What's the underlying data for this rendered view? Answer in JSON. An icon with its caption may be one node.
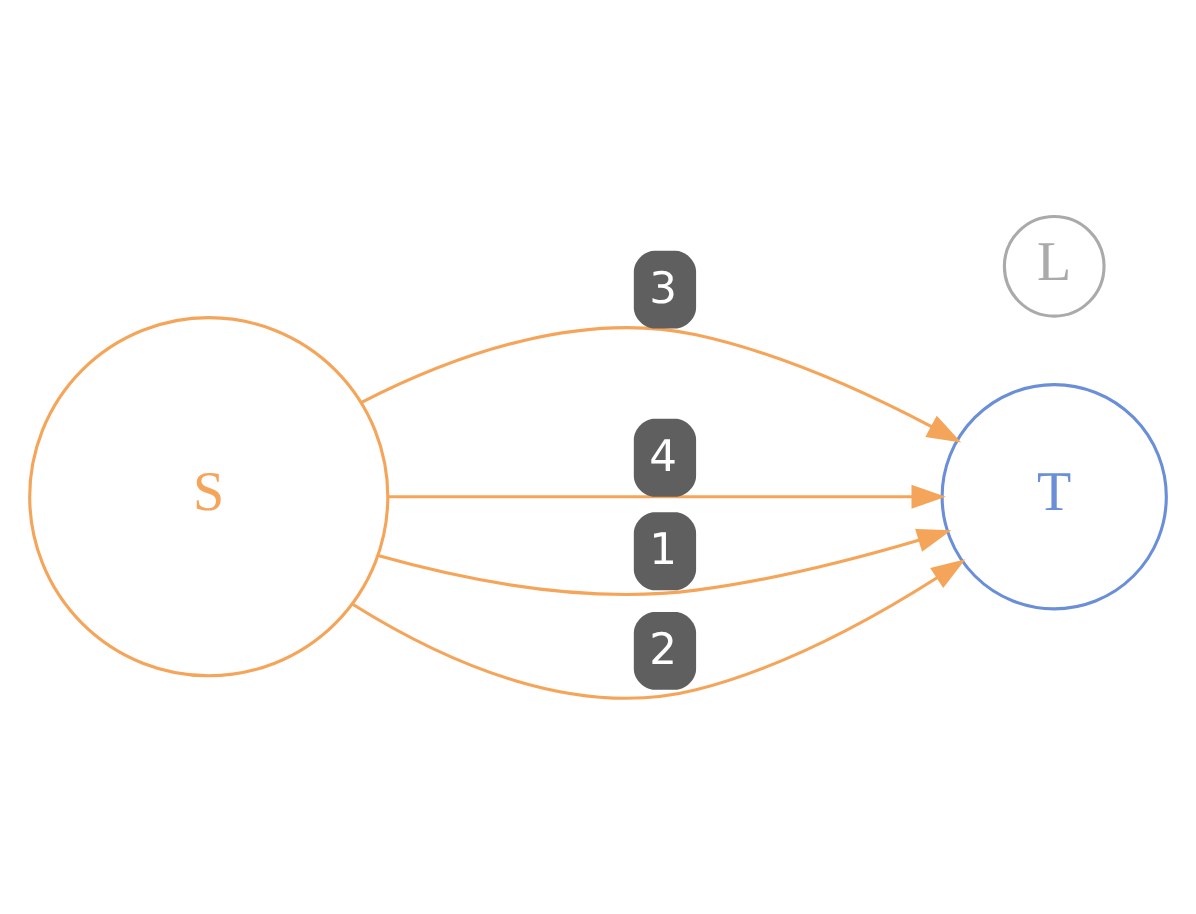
{
  "diagram": {
    "nodes": [
      {
        "text": [
          "S"
        ]
      },
      {
        "text": [
          "T"
        ]
      },
      {
        "text": [
          "L"
        ]
      }
    ],
    "edges": [
      {
        "from": 0,
        "to": 1,
        "arrow": "to",
        "label": "3"
      },
      {
        "from": 0,
        "to": 1,
        "arrow": "to",
        "label": "4"
      },
      {
        "from": 0,
        "to": 1,
        "arrow": "to",
        "label": "1"
      },
      {
        "from": 0,
        "to": 1,
        "arrow": "to",
        "label": "2"
      }
    ]
  }
}
